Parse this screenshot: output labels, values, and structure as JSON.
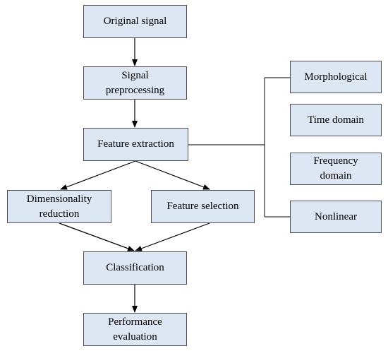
{
  "diagram": {
    "nodes": {
      "original_signal": "Original signal",
      "signal_preprocessing": "Signal\npreprocessing",
      "feature_extraction": "Feature extraction",
      "dimensionality_reduction": "Dimensionality\nreduction",
      "feature_selection": "Feature selection",
      "classification": "Classification",
      "performance_evaluation": "Performance\nevaluation"
    },
    "feature_types": {
      "morphological": "Morphological",
      "time_domain": "Time domain",
      "frequency_domain": "Frequency\ndomain",
      "nonlinear": "Nonlinear"
    },
    "colors": {
      "box_fill": "#dde6f3",
      "box_border": "#4a4f57",
      "line": "#000000"
    }
  }
}
